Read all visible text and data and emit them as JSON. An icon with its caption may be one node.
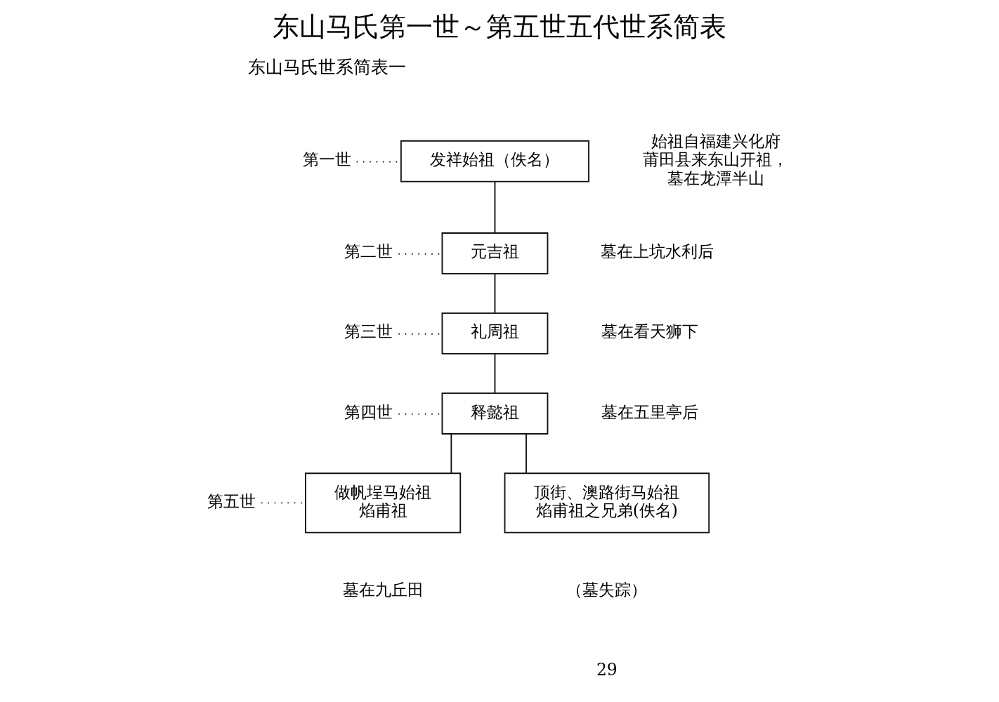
{
  "diagram": {
    "title": "东山马氏第一世～第五世五代世系简表",
    "nodes": [
      {
        "text": [
          "第一世"
        ]
      },
      {
        "text": [
          "发祥始祖（佚名）"
        ],
        "beside": [
          "始祖自福建兴化府莆田县来东山开祖，墓在龙潭半山"
        ]
      },
      {
        "text": [
          "第二世"
        ]
      },
      {
        "text": [
          "元吉祖"
        ],
        "beside": [
          "墓在上坑水利后"
        ]
      },
      {
        "text": [
          "第三世"
        ]
      },
      {
        "text": [
          "礼周祖"
        ],
        "beside": [
          "墓在看天狮下"
        ]
      },
      {
        "text": [
          "第四世"
        ]
      },
      {
        "text": [
          "释懿祖"
        ],
        "beside": [
          "墓在五里亭后"
        ]
      },
      {
        "text": [
          "第五世"
        ]
      },
      {
        "text": [
          "做帆埕马始祖",
          "焰甫祖"
        ],
        "beside": [
          "墓在九丘田"
        ]
      },
      {
        "text": [
          "顶街、澳路街马始祖",
          "焰甫祖之兄弟(佚名)"
        ],
        "beside": [
          "（墓失踪）"
        ]
      }
    ],
    "edges": [
      {
        "from": 0,
        "to": 1,
        "arrow": "none",
        "style": "dashed"
      },
      {
        "from": 1,
        "to": 3,
        "arrow": "none"
      },
      {
        "from": 2,
        "to": 3,
        "arrow": "none",
        "style": "dashed"
      },
      {
        "from": 3,
        "to": 5,
        "arrow": "none"
      },
      {
        "from": 4,
        "to": 5,
        "arrow": "none",
        "style": "dashed"
      },
      {
        "from": 5,
        "to": 7,
        "arrow": "none"
      },
      {
        "from": 6,
        "to": 7,
        "arrow": "none",
        "style": "dashed"
      },
      {
        "from": 7,
        "to": 9,
        "arrow": "none"
      },
      {
        "from": 7,
        "to": 10,
        "arrow": "none"
      },
      {
        "from": 8,
        "to": 9,
        "arrow": "none",
        "style": "dashed"
      }
    ],
    "labels": [
      "东山马氏世系简表一",
      "29"
    ]
  }
}
